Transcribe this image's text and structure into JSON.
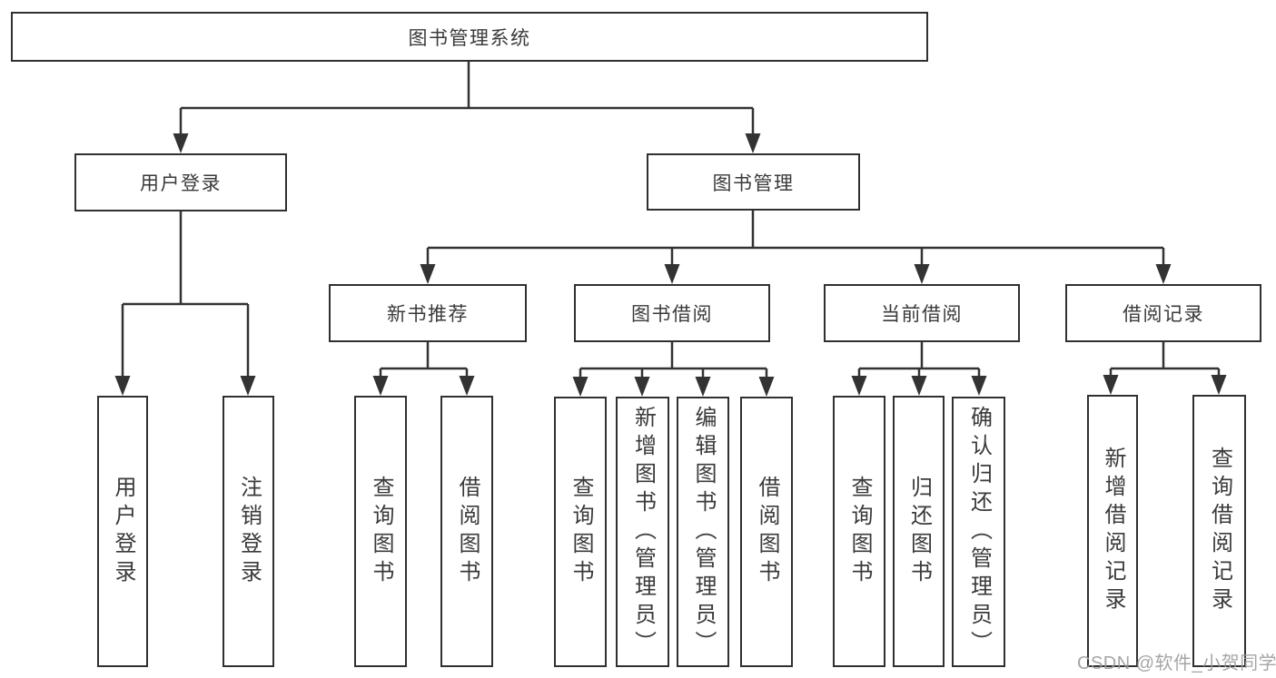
{
  "diagram": {
    "title": "图书管理系统",
    "type": "hierarchy-tree",
    "tree": {
      "label": "图书管理系统",
      "children": [
        {
          "label": "用户登录",
          "children": [
            {
              "label": "用户登录"
            },
            {
              "label": "注销登录"
            }
          ]
        },
        {
          "label": "图书管理",
          "children": [
            {
              "label": "新书推荐",
              "children": [
                {
                  "label": "查询图书"
                },
                {
                  "label": "借阅图书"
                }
              ]
            },
            {
              "label": "图书借阅",
              "children": [
                {
                  "label": "查询图书"
                },
                {
                  "label": "新增图书（管理员）"
                },
                {
                  "label": "编辑图书（管理员）"
                },
                {
                  "label": "借阅图书"
                }
              ]
            },
            {
              "label": "当前借阅",
              "children": [
                {
                  "label": "查询图书"
                },
                {
                  "label": "归还图书"
                },
                {
                  "label": "确认归还（管理员）"
                }
              ]
            },
            {
              "label": "借阅记录",
              "children": [
                {
                  "label": "新增借阅记录"
                },
                {
                  "label": "查询借阅记录"
                }
              ]
            }
          ]
        }
      ]
    },
    "watermark": "CSDN @软件_小贺同学",
    "colors": {
      "line": "#333333",
      "box_border": "#303030",
      "box_fill": "#ffffff",
      "text": "#3a3a3a",
      "watermark": "#9b9b9b",
      "background": "#ffffff"
    }
  }
}
